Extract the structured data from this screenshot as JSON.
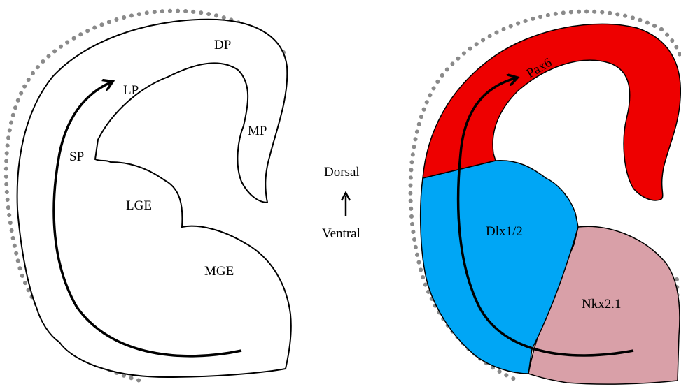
{
  "left_panel": {
    "labels": {
      "dp": "DP",
      "lp": "LP",
      "mp": "MP",
      "sp": "SP",
      "lge": "LGE",
      "mge": "MGE"
    }
  },
  "orientation": {
    "top": "Dorsal",
    "bottom": "Ventral"
  },
  "right_panel": {
    "labels": {
      "pax6": "Pax6",
      "dlx": "Dlx1/2",
      "nkx": "Nkx2.1"
    }
  },
  "colors": {
    "pax6": "#ee0000",
    "dlx": "#00a6f5",
    "nkx": "#d9a0a8",
    "dots": "#8a8a8a",
    "outline": "#000000"
  },
  "icons": {
    "arrow": "curved-arrow",
    "orientation_arrow": "up-arrow"
  }
}
